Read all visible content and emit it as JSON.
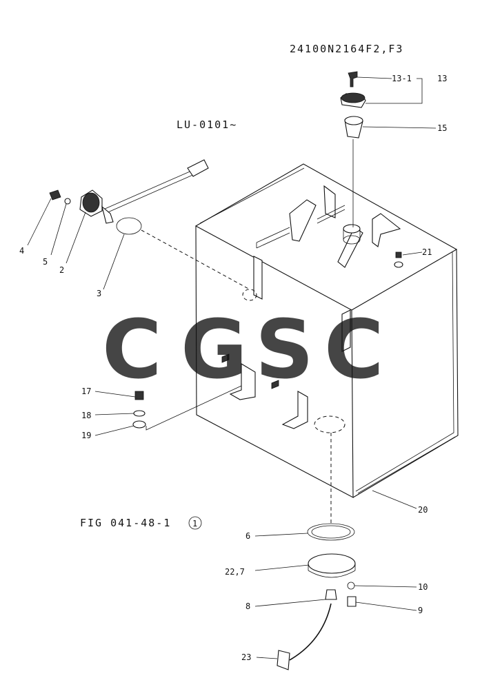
{
  "header": {
    "part_code": "24100N2164F2,F3",
    "serial_range": "LU-0101~",
    "figure_id": "FIG 041-48-1",
    "figure_suffix": "1"
  },
  "callouts": [
    "13-1",
    "13",
    "15",
    "21",
    "4",
    "5",
    "2",
    "3",
    "17",
    "18",
    "19",
    "20",
    "6",
    "22,7",
    "10",
    "8",
    "9",
    "23"
  ],
  "watermark": {
    "letters": [
      "C",
      "G",
      "S",
      "C"
    ],
    "colors": [
      "#4f8ef7",
      "#f26d5b",
      "#f9cf4a",
      "#3fae6a"
    ]
  }
}
